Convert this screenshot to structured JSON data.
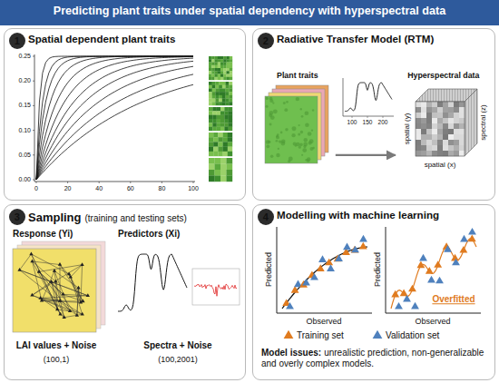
{
  "diagram": {
    "title": "Predicting plant traits under spatial dependency with hyperspectral data",
    "nodes": [
      {
        "text": [
          "Spatial dependent plant traits"
        ]
      },
      {
        "text": [
          "1"
        ],
        "in": 0
      },
      {
        "text": [
          "Radiative Transfer Model (RTM)"
        ]
      },
      {
        "text": [
          "2"
        ],
        "in": 2
      },
      {
        "text": [
          "Plant traits"
        ],
        "in": 2
      },
      {
        "text": [
          "Hyperspectral data"
        ],
        "in": 2
      },
      {
        "text": [
          "Sampling",
          "(training and testing sets)"
        ]
      },
      {
        "text": [
          "3"
        ],
        "in": 6
      },
      {
        "text": [
          "Modelling with machine learning"
        ]
      },
      {
        "text": [
          "4"
        ],
        "in": 8
      }
    ],
    "edges": [
      {
        "from": 4,
        "to": 5,
        "arrow": "to"
      }
    ],
    "labels": [
      "0.25",
      "0.20",
      "0.15",
      "0.10",
      "0.05",
      "0.00",
      "0",
      "20",
      "40",
      "60",
      "80",
      "100",
      "100",
      "150",
      "200",
      "spatial (y)",
      "spatial (x)",
      "spectral (z)",
      "Response (Yi)",
      "Predictors (Xi)",
      "LAI values + Noise",
      "(100,1)",
      "Spectra + Noise",
      "(100,2001)",
      "Predicted",
      "Observed",
      "Predicted",
      "Observed",
      "Overfitted",
      "Model issues:",
      "unrealistic prediction, non-generalizable and overly complex models."
    ],
    "legend": [
      {
        "text": "Training set"
      },
      {
        "text": "Validation set"
      }
    ]
  }
}
